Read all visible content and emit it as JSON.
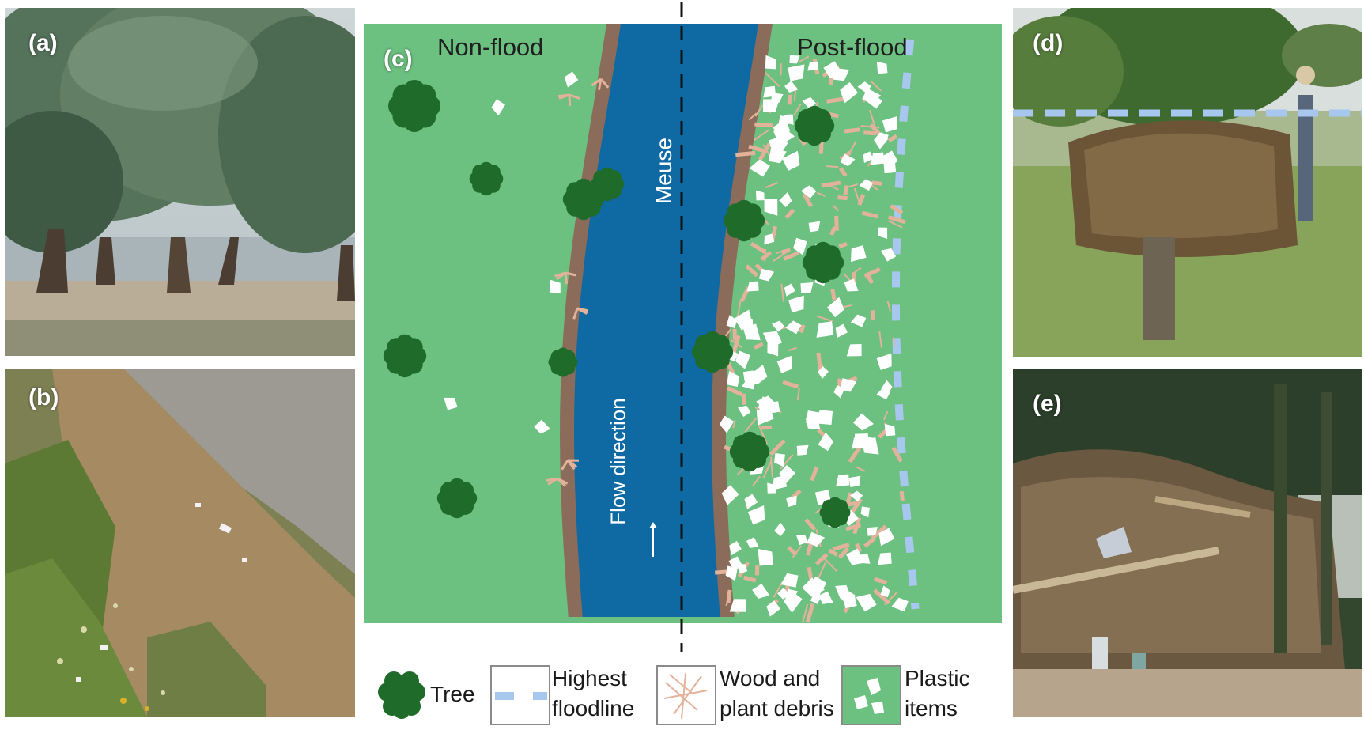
{
  "panels": {
    "a": {
      "label": "(a)"
    },
    "b": {
      "label": "(b)"
    },
    "c": {
      "label": "(c)",
      "left_title": "Non-flood",
      "right_title": "Post-flood",
      "river_name": "Meuse",
      "flow_label": "Flow direction"
    },
    "d": {
      "label": "(d)"
    },
    "e": {
      "label": "(e)"
    }
  },
  "legend": {
    "tree": "Tree",
    "floodline_line1": "Highest",
    "floodline_line2": "floodline",
    "wood_line1": "Wood and",
    "wood_line2": "plant debris",
    "plastic_line1": "Plastic",
    "plastic_line2": "items"
  },
  "colors": {
    "land_green": "#6cc080",
    "river_blue": "#0f6aa3",
    "bank_brown": "#8b6b5a",
    "tree_green": "#1f6b2a",
    "floodline_blue": "#a8c7ee",
    "debris_tan": "#e3b29b"
  }
}
